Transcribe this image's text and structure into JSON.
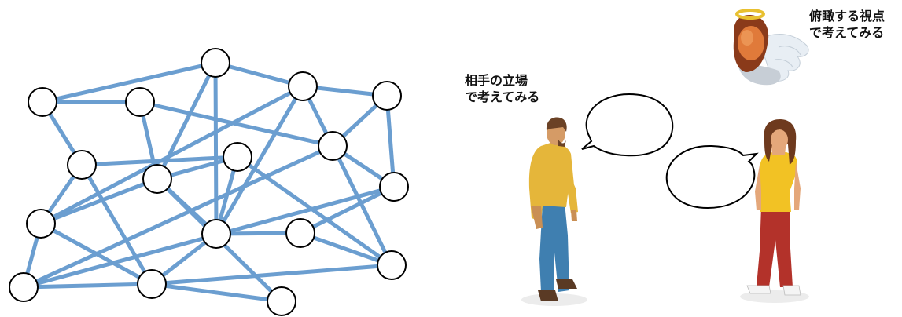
{
  "labels": {
    "other_view_line1": "相手の立場",
    "other_view_line2": "で考えてみる",
    "overhead_view_line1": "俯瞰する視点",
    "overhead_view_line2": "で考えてみる"
  },
  "colors": {
    "edge": "#6b9ed0",
    "node_fill": "#ffffff",
    "node_stroke": "#000000",
    "man_shirt": "#e5b63a",
    "man_pants": "#3f7fb0",
    "woman_top": "#f2c224",
    "woman_pants": "#b3322a",
    "angel_skin": "#e07a3a",
    "wing": "#e8eef4"
  },
  "network": {
    "nodes": [
      "n1",
      "n2",
      "n3",
      "n4",
      "n5",
      "n6",
      "n7",
      "n8",
      "n9",
      "n10",
      "n11",
      "n12",
      "n13",
      "n14",
      "n15",
      "n16",
      "n17"
    ],
    "edges": [
      [
        "n1",
        "n2"
      ],
      [
        "n1",
        "n3"
      ],
      [
        "n1",
        "n6"
      ],
      [
        "n2",
        "n9"
      ],
      [
        "n2",
        "n7"
      ],
      [
        "n3",
        "n4"
      ],
      [
        "n3",
        "n7"
      ],
      [
        "n3",
        "n12"
      ],
      [
        "n4",
        "n5"
      ],
      [
        "n4",
        "n11"
      ],
      [
        "n4",
        "n12"
      ],
      [
        "n4",
        "n9"
      ],
      [
        "n5",
        "n10"
      ],
      [
        "n5",
        "n9"
      ],
      [
        "n6",
        "n11"
      ],
      [
        "n6",
        "n8"
      ],
      [
        "n6",
        "n16"
      ],
      [
        "n7",
        "n11"
      ],
      [
        "n7",
        "n8"
      ],
      [
        "n7",
        "n12"
      ],
      [
        "n7",
        "n17"
      ],
      [
        "n8",
        "n12"
      ],
      [
        "n8",
        "n15"
      ],
      [
        "n9",
        "n15"
      ],
      [
        "n9",
        "n10"
      ],
      [
        "n9",
        "n14"
      ],
      [
        "n10",
        "n13"
      ],
      [
        "n10",
        "n14"
      ],
      [
        "n11",
        "n14"
      ],
      [
        "n11",
        "n16"
      ],
      [
        "n12",
        "n16"
      ],
      [
        "n12",
        "n13"
      ],
      [
        "n13",
        "n15"
      ],
      [
        "n14",
        "n16"
      ],
      [
        "n15",
        "n16"
      ],
      [
        "n16",
        "n17"
      ]
    ]
  }
}
